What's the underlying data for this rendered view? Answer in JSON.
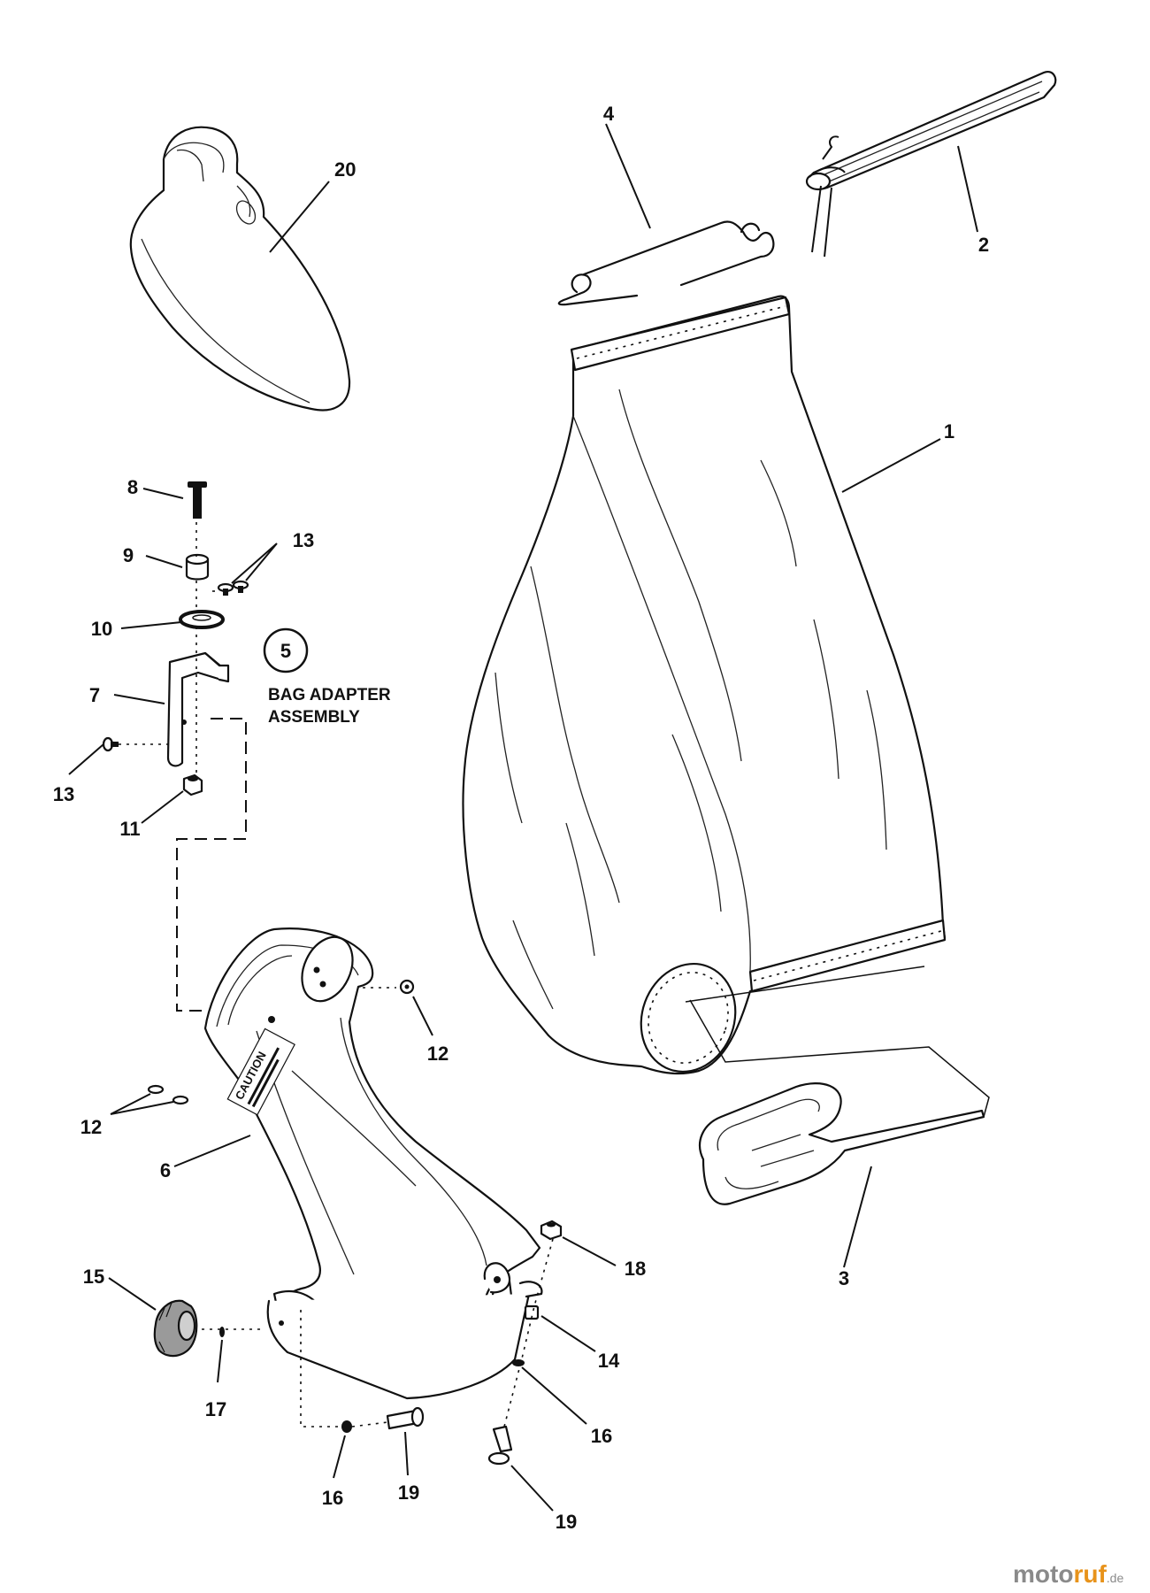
{
  "diagram": {
    "callouts": [
      {
        "id": "c20",
        "text": "20"
      },
      {
        "id": "c4",
        "text": "4"
      },
      {
        "id": "c2",
        "text": "2"
      },
      {
        "id": "c1",
        "text": "1"
      },
      {
        "id": "c8",
        "text": "8"
      },
      {
        "id": "c9",
        "text": "9"
      },
      {
        "id": "c13a",
        "text": "13"
      },
      {
        "id": "c10",
        "text": "10"
      },
      {
        "id": "c5",
        "text": "5"
      },
      {
        "id": "c7",
        "text": "7"
      },
      {
        "id": "c13b",
        "text": "13"
      },
      {
        "id": "c11",
        "text": "11"
      },
      {
        "id": "c12a",
        "text": "12"
      },
      {
        "id": "c12b",
        "text": "12"
      },
      {
        "id": "c6",
        "text": "6"
      },
      {
        "id": "c3",
        "text": "3"
      },
      {
        "id": "c18",
        "text": "18"
      },
      {
        "id": "c15",
        "text": "15"
      },
      {
        "id": "c14",
        "text": "14"
      },
      {
        "id": "c17",
        "text": "17"
      },
      {
        "id": "c16a",
        "text": "16"
      },
      {
        "id": "c16b",
        "text": "16"
      },
      {
        "id": "c19a",
        "text": "19"
      },
      {
        "id": "c19b",
        "text": "19"
      }
    ],
    "assembly_caption_line1": "BAG ADAPTER",
    "assembly_caption_line2": "ASSEMBLY",
    "chute_warning_text": "CAUTION"
  },
  "watermark": {
    "part1": "moto",
    "part2": "ruf",
    "suffix": ".de",
    "colors": {
      "gray": "#8a8a8a",
      "orange": "#e8931b"
    }
  }
}
